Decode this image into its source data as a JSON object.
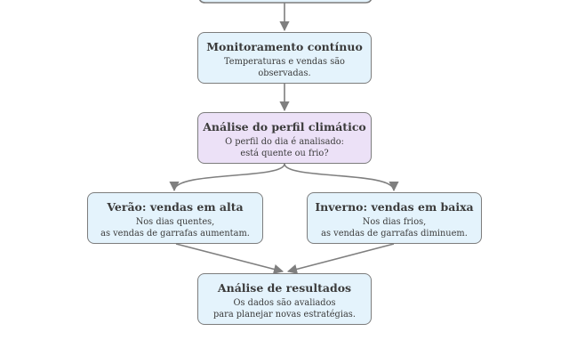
{
  "nodes": {
    "monitoring": {
      "title": "Monitoramento contínuo",
      "desc_lines": [
        "Temperaturas e vendas são",
        "observadas."
      ]
    },
    "analysis": {
      "title": "Análise do perfil climático",
      "desc_lines": [
        "O perfil do dia é analisado:",
        "está quente ou frio?"
      ]
    },
    "summer": {
      "title": "Verão: vendas em alta",
      "desc_lines": [
        "Nos dias quentes,",
        "as vendas de garrafas aumentam."
      ]
    },
    "winter": {
      "title": "Inverno: vendas em baixa",
      "desc_lines": [
        "Nos dias frios,",
        "as vendas de garrafas diminuem."
      ]
    },
    "results": {
      "title": "Análise de resultados",
      "desc_lines": [
        "Os dados são avaliados",
        "para planejar novas estratégias."
      ]
    }
  },
  "colors": {
    "edge": "#7f7f7f",
    "node_border": "#7d7d7d",
    "blue_fill": "#e4f3fc",
    "purple_fill": "#ece1f7",
    "text": "#3b3b3b"
  }
}
